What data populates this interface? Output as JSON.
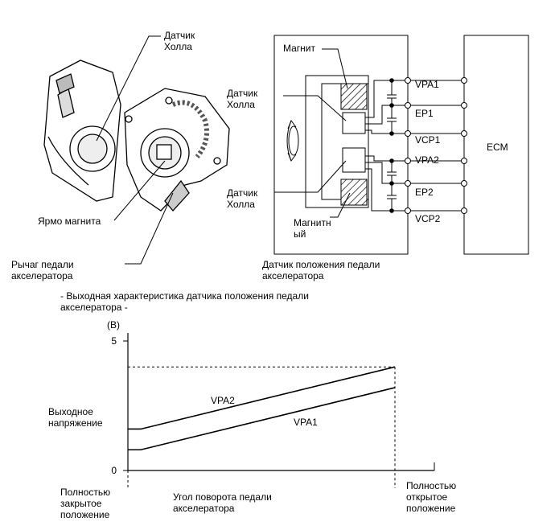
{
  "illustration": {
    "hall_sensor_label": "Датчик\nХолла",
    "magnet_yoke_label": "Ярмо магнита",
    "pedal_lever_label": "Рычаг педали\nакселератора"
  },
  "schematic": {
    "magnet_top_label": "Магнит",
    "hall_upper_label": "Датчик\nХолла",
    "hall_lower_label": "Датчик\nХолла",
    "magnet_bottom_label": "Магнитн\nый",
    "caption": "Датчик положения педали\nакселератора",
    "ecm_label": "ECM",
    "terminals": [
      "VPA1",
      "EP1",
      "VCP1",
      "VPA2",
      "EP2",
      "VCP2"
    ]
  },
  "characteristic_title": "- Выходная характеристика датчика положения педали\nакселератора -",
  "chart_data": {
    "type": "line",
    "y_unit": "(В)",
    "ylabel": "Выходное\nнапряжение",
    "xlabel": "Угол поворота педали\nакселератора",
    "y_ticks": [
      "0",
      "5"
    ],
    "ylim": [
      0,
      5
    ],
    "x_start_label": "Полностью\nзакрытое\nположение",
    "x_end_label": "Полностью\nоткрытое\nположение",
    "x_categories": [
      "closed",
      "open"
    ],
    "series": [
      {
        "name": "VPA2",
        "values": [
          1.6,
          4.0
        ]
      },
      {
        "name": "VPA1",
        "values": [
          0.8,
          3.2
        ]
      }
    ],
    "reference_max_value": 4.0
  }
}
